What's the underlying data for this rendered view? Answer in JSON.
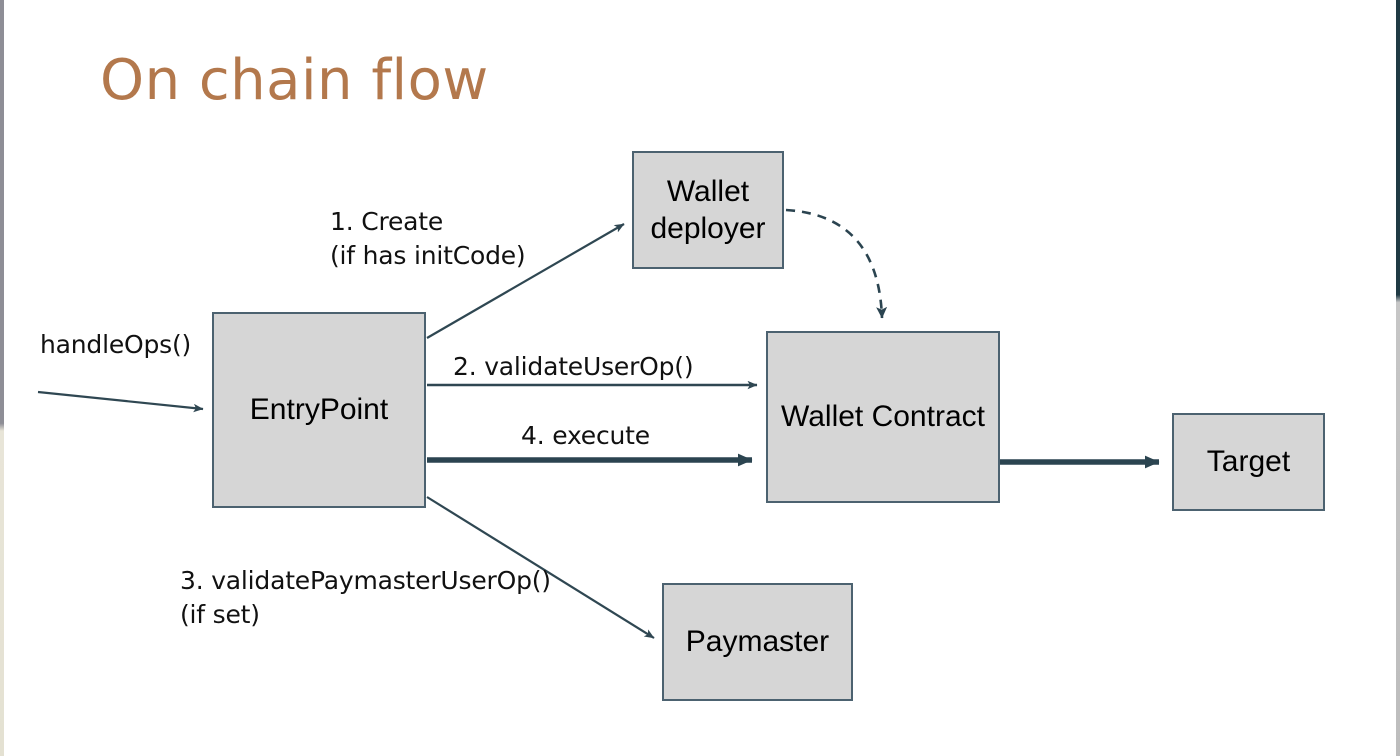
{
  "slide": {
    "title": "On chain flow",
    "title_color": "#b3784c",
    "background": "#ffffff"
  },
  "theme": {
    "node_fill": "#d6d6d6",
    "node_border": "#4c6270",
    "arrow_color": "#2f4752",
    "thick_arrow_color": "#2b4450",
    "text_color": "#111111"
  },
  "diagram": {
    "type": "flow-diagram",
    "nodes": [
      {
        "id": "wallet-deployer",
        "label": "Wallet\ndeployer"
      },
      {
        "id": "entrypoint",
        "label": "EntryPoint"
      },
      {
        "id": "wallet-contract",
        "label": "Wallet Contract"
      },
      {
        "id": "target",
        "label": "Target"
      },
      {
        "id": "paymaster",
        "label": "Paymaster"
      }
    ],
    "edges": [
      {
        "id": "handleops",
        "label": "handleOps()",
        "from": "external",
        "to": "entrypoint",
        "style": "thin-arrow"
      },
      {
        "id": "create",
        "label": "1. Create\n   (if has initCode)",
        "from": "entrypoint",
        "to": "wallet-deployer",
        "style": "thin-arrow"
      },
      {
        "id": "deploy",
        "label": "",
        "from": "wallet-deployer",
        "to": "wallet-contract",
        "style": "dashed-curve-arrow"
      },
      {
        "id": "validate",
        "label": "2. validateUserOp()",
        "from": "entrypoint",
        "to": "wallet-contract",
        "style": "thin-arrow"
      },
      {
        "id": "execute",
        "label": "4. execute",
        "from": "entrypoint",
        "to": "wallet-contract",
        "style": "thick-arrow"
      },
      {
        "id": "call",
        "label": "",
        "from": "wallet-contract",
        "to": "target",
        "style": "thick-arrow"
      },
      {
        "id": "paymaster",
        "label": "3. validatePaymasterUserOp()\n   (if set)",
        "from": "entrypoint",
        "to": "paymaster",
        "style": "thin-arrow"
      }
    ]
  }
}
